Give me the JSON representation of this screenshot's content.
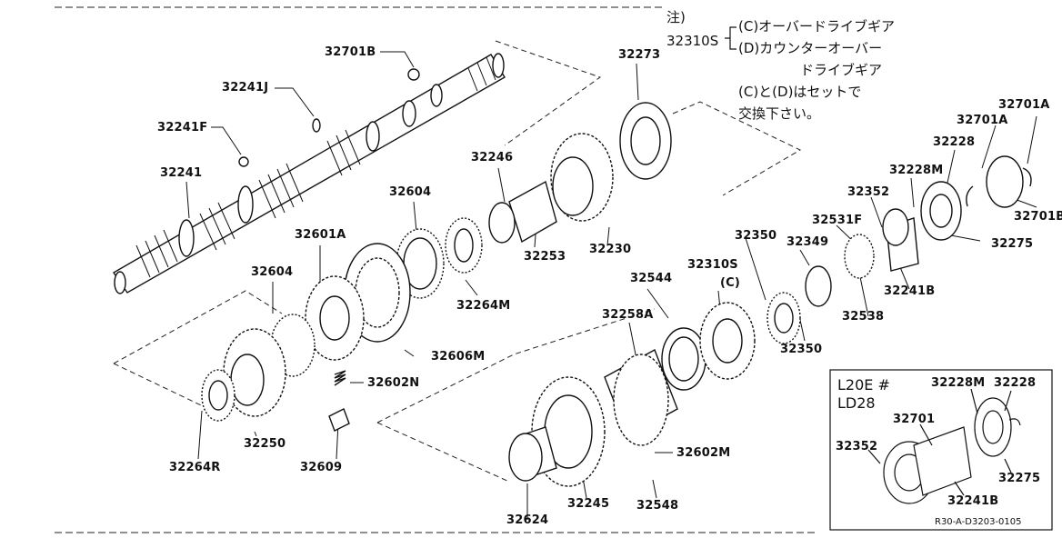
{
  "diagram": {
    "labels": {
      "p32701B": "32701B",
      "p32241J": "32241J",
      "p32241F": "32241F",
      "p32241": "32241",
      "p32273": "32273",
      "p32246": "32246",
      "p32604_top": "32604",
      "p32601A": "32601A",
      "p32604_left": "32604",
      "p32253": "32253",
      "p32230": "32230",
      "p32264M": "32264M",
      "p32606M": "32606M",
      "p32602N": "32602N",
      "p32264R": "32264R",
      "p32250": "32250",
      "p32609": "32609",
      "p32544": "32544",
      "p32310S": "32310S",
      "p32310S_c": "(C)",
      "p32258A": "32258A",
      "p32350_top": "32350",
      "p32349": "32349",
      "p32531F": "32531F",
      "p32352_top": "32352",
      "p32228M_top": "32228M",
      "p32228_top": "32228",
      "p32701A_a": "32701A",
      "p32701A_b": "32701A",
      "p32701B_right": "32701B",
      "p32275_top": "32275",
      "p32241B_top": "32241B",
      "p32538": "32538",
      "p32350_bot": "32350",
      "p32602M": "32602M",
      "p32624": "32624",
      "p32245": "32245",
      "p32548": "32548"
    },
    "note": {
      "head": "注)",
      "part": "32310S",
      "line1": "(C)オーバードライブギア",
      "line2": "(D)カウンターオーバー",
      "line3": "ドライブギア",
      "line4": "(C)と(D)はセットで",
      "line5": "交換下さい。"
    },
    "inset": {
      "title1": "L20E #",
      "title2": "LD28",
      "p32228M": "32228M",
      "p32228": "32228",
      "p32701": "32701",
      "p32352": "32352",
      "p32275": "32275",
      "p32241B": "32241B"
    },
    "ref_code": "R30-A-D3203-0105"
  }
}
